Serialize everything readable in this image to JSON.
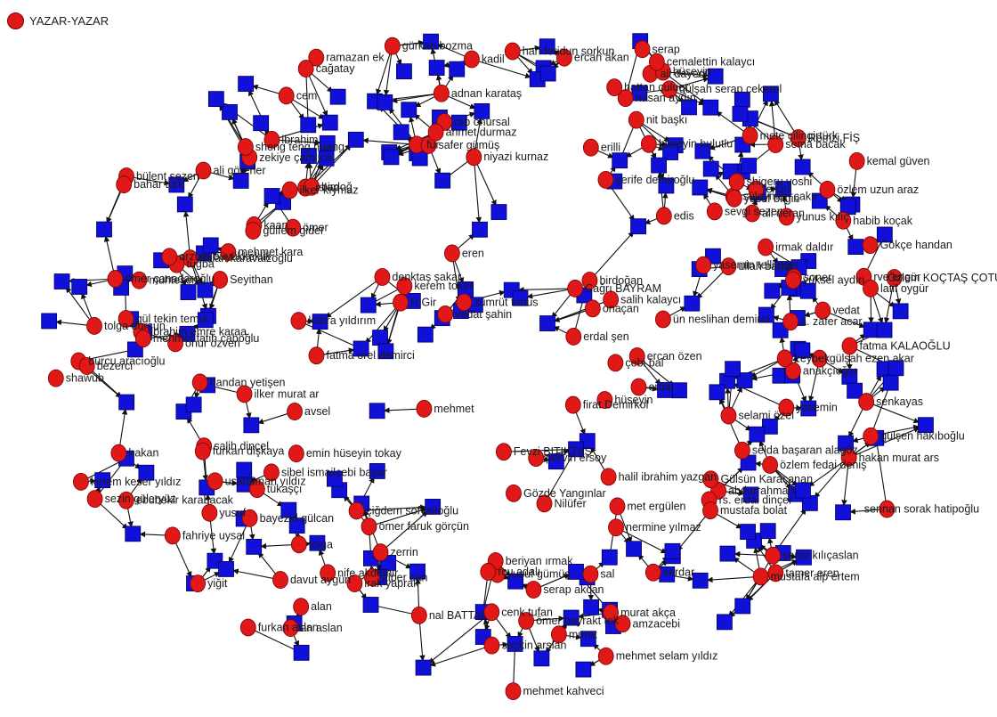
{
  "legend": {
    "label": "YAZAR-YAZAR"
  },
  "colors": {
    "author_node": "#e01818",
    "paper_node": "#1010d8",
    "edge": "#111111"
  },
  "labels": [
    "ercan özen",
    "Nilüfer",
    "ömer faruk görçün",
    "ömer çanadaroğlu",
    "nit başkı",
    "fur",
    "ramazan ek",
    "hasan aydın",
    "habib koçak",
    "mehmet kara",
    "yiğit",
    "nife akdemir",
    "sezin güleryüz",
    "Seyithan",
    "hakan murat ars",
    "onur özven",
    "yunus kılıç",
    "furkan aslan",
    "ibrahim emre karaa",
    "nal BATTAL",
    "alan",
    "Gözde Yangınlar",
    "mete çilingirtürk",
    "tolga dursun",
    "Gökçe handan",
    "cenk tufan",
    "an aslan",
    "Remzi FİŞ",
    "özlem fedai deniş",
    "hüseyin",
    "zekiye çamlıca",
    "bülent sezen",
    "sevgi sezer",
    "salih kalaycı",
    "anakçıoğlu",
    "gülşah ezen akar",
    "kadil",
    "Fevzi BITIKTAŞ",
    "mehmet",
    "shawub",
    "vedat şahin",
    "kemal güven",
    "nalan karavaizoğlu",
    "murat",
    "selami özel",
    "safer gümüş",
    "firat Demirkol",
    "zümrüt tonus",
    "süleyman çakır",
    "ün neslihan demirel",
    "yusuf gümüş",
    "yusuf",
    "ercin",
    "denktaş şakar",
    "rab onursal",
    "alper can",
    "ilker kıymaz",
    "sal",
    "burcu aracıoğlu",
    "soner",
    "hakan",
    "gül tekin temur",
    "han feridun sorkun",
    "senkayas",
    "pervin ersoy",
    "ömer bayrakt tek",
    "selda başaran alagöz",
    "yasemin telli uçer",
    "Özlem KOÇTAŞ ÇOTUR",
    "kaan",
    "yasemin",
    "abdurrahman",
    "H.Gir",
    "mustafa alp ertem",
    "mehmet kahveci",
    "ebubekir karabacak",
    "tükaşçı",
    "serap akcan",
    "halil ibrahim yazgan",
    "şenol kılıçaslan",
    "serdar",
    "ibrahim",
    "fatma KALAOĞLU",
    "zerrin",
    "usadüman yıldız",
    "ullah battal",
    "salih dinçel",
    "hattan çuluer",
    "davut aygün",
    "bezerci",
    "cem",
    "yusuf bilgin",
    "kerem keser yıldız",
    "a. zafer acar",
    "çiğdem sofyalıoğlu",
    "niyazi kurnaz",
    "mehmet selam yıldız",
    "Gülsün Karaçanan",
    "sheng teng huang",
    "avsel",
    "sema bacak",
    "furkan dişkaya",
    "bahar türk",
    "gülşah serap çekerol",
    "shigeru yoshi",
    "irmak daldır",
    "fahriye uysal",
    "ali deran",
    "yüksel aydın",
    "rs. erdal dinçer",
    "ali dayeci",
    "tamer eren",
    "rve engür",
    "ercan akan",
    "gülfem gider",
    "ali görener",
    "seçkin arslan",
    "kerem toker",
    "özlem uzun araz",
    "emin hüseyin tokay",
    "serap",
    "fatma orel demirci",
    "edis",
    "onaçan",
    "ahmet durmaz",
    "erdal şen",
    "sennan sorak hatipoğlu",
    "birdoğan",
    "murat akça",
    "tuğba",
    "handan yetişen",
    "gülşen hakıboğlu",
    "ilker murat ar",
    "mehmet fatih çaboğlu",
    "ömer",
    "latif oygür",
    "erilli",
    "adnan karataş",
    "muhteşem",
    "mustafa bolat",
    "tolga",
    "rslan",
    "zeybek",
    "erdal",
    "sibel ismailçebi başar",
    "çebi bal",
    "birdoğ",
    "nermine yılmaz",
    "beriyan ırmak",
    "irak yaprak",
    "rcu adalı",
    "cağatay",
    "şerife demiroğlu",
    "vedat",
    "gürkan bozma",
    "met ergülen",
    "hüseyin",
    "hüseyin bulutlu",
    "amzacebi",
    "cemalettin kalaycı",
    "Cağrı BAYRAM",
    "arzum büyükkeklik",
    "kübra yıldırım",
    "bayezid gülcan",
    "eren"
  ]
}
